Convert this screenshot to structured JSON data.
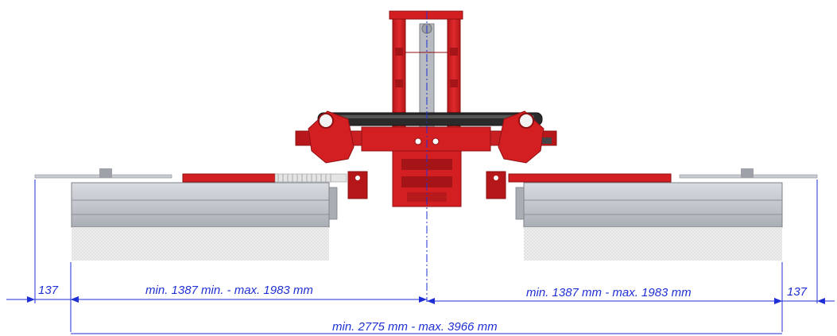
{
  "colors": {
    "frame_red": "#d41f22",
    "frame_dark_red": "#8f1013",
    "hydraulic_black": "#2b2b2b",
    "steel_grey": "#c9ccd2",
    "steel_dark": "#8d9198",
    "brush": "#e9e9e9",
    "dimension_blue": "#1f2fd6"
  },
  "dimensions": {
    "left_offset": "137",
    "right_offset": "137",
    "left_width": "min. 1387 min. - max. 1983 mm",
    "right_width": "min. 1387 mm - max. 1983 mm",
    "total_width": "min. 2775 mm - max. 3966 mm"
  }
}
